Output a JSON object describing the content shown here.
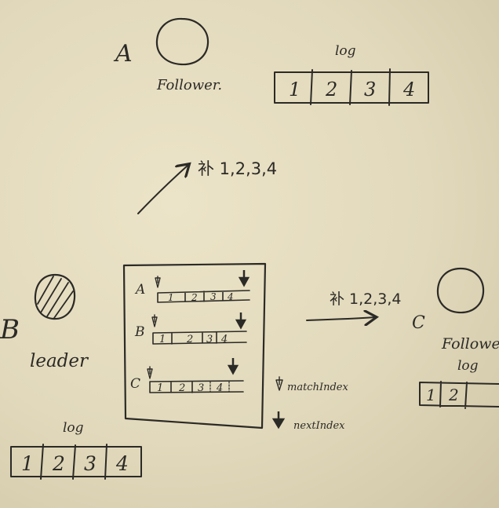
{
  "nodes": {
    "a": {
      "letter": "A",
      "role": "Follower.",
      "log_label": "log",
      "log": [
        "1",
        "2",
        "3",
        "4"
      ]
    },
    "b": {
      "letter": "B",
      "role": "leader",
      "log_label": "log",
      "log": [
        "1",
        "2",
        "3",
        "4"
      ]
    },
    "c": {
      "letter": "C",
      "role": "Follower",
      "log_label": "log",
      "log": [
        "1",
        "2",
        ""
      ]
    }
  },
  "arrows": {
    "to_a": "补 1,2,3,4",
    "to_c": "补 1,2,3,4"
  },
  "leader_state": {
    "rows": [
      {
        "label": "A",
        "entries": [
          "1",
          "2",
          "3",
          "4"
        ]
      },
      {
        "label": "B",
        "entries": [
          "1",
          "2",
          "3",
          "4"
        ]
      },
      {
        "label": "C",
        "entries": [
          "1",
          "2",
          "3",
          "4"
        ]
      }
    ]
  },
  "legend": {
    "match_index": "matchIndex",
    "next_index": "nextIndex"
  },
  "colors": {
    "ink": "#2b2a26",
    "paper": "#e6ddc0"
  }
}
